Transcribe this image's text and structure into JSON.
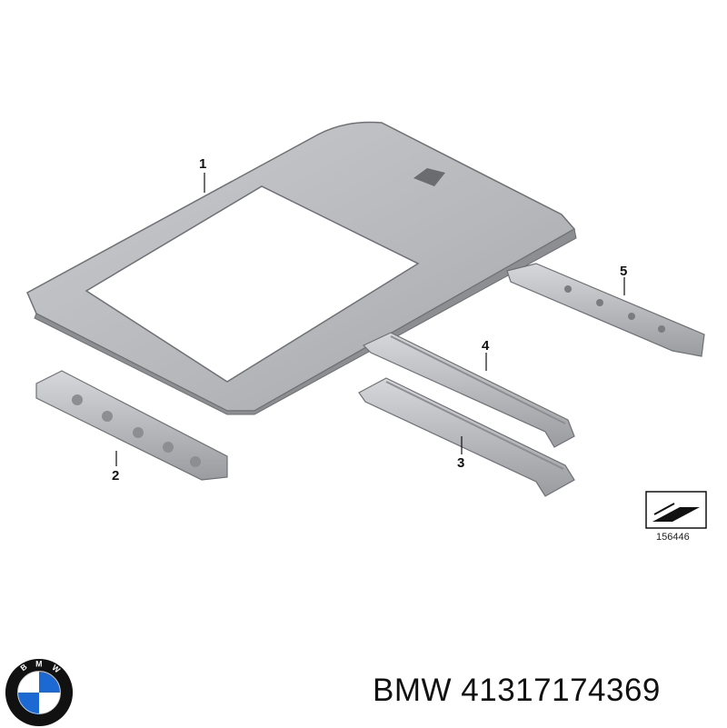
{
  "callouts": {
    "c1": "1",
    "c2": "2",
    "c3": "3",
    "c4": "4",
    "c5": "5"
  },
  "reference_code": "156446",
  "caption": {
    "brand": "BMW",
    "part_number": "41317174369"
  },
  "logo": {
    "name": "bmw-roundel-logo",
    "text": "BMW",
    "colors": {
      "blue": "#1c69d4",
      "white": "#ffffff",
      "ring": "#111111"
    }
  },
  "colors": {
    "panel_fill": "#b7b9bc",
    "panel_edge": "#6e7074",
    "panel_light": "#d3d5d8",
    "panel_dark": "#8c8e92"
  }
}
